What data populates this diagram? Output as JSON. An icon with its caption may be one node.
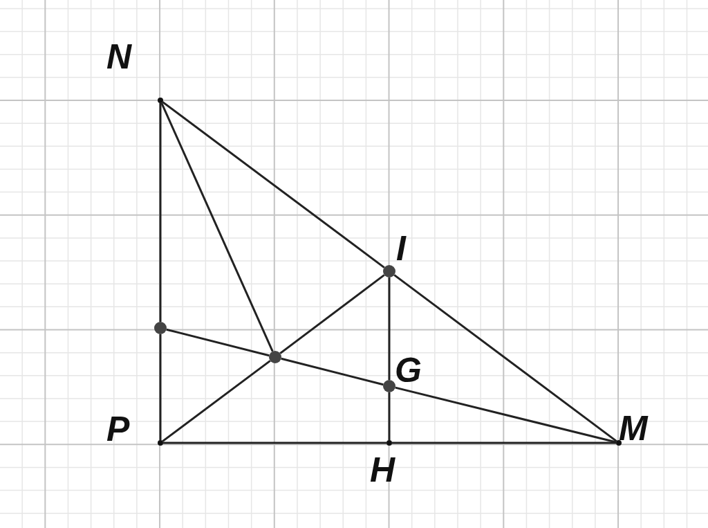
{
  "diagram": {
    "nodes": [
      {
        "text": [
          "N"
        ]
      },
      {
        "text": [
          "P"
        ]
      },
      {
        "text": [
          "M"
        ]
      },
      {
        "text": [
          "I"
        ]
      },
      {
        "text": [
          "G"
        ]
      },
      {
        "text": [
          "H"
        ]
      },
      {
        "text": [],
        "shape": "circle"
      },
      {
        "text": [],
        "shape": "circle"
      }
    ],
    "edges": [
      {
        "from": 0,
        "to": 6,
        "arrow": "none"
      },
      {
        "from": 6,
        "to": 1,
        "arrow": "none"
      },
      {
        "from": 1,
        "to": 5,
        "arrow": "none"
      },
      {
        "from": 5,
        "to": 2,
        "arrow": "none"
      },
      {
        "from": 0,
        "to": 3,
        "arrow": "none"
      },
      {
        "from": 3,
        "to": 2,
        "arrow": "none"
      },
      {
        "from": 0,
        "to": 7,
        "arrow": "none"
      },
      {
        "from": 1,
        "to": 7,
        "arrow": "none"
      },
      {
        "from": 7,
        "to": 3,
        "arrow": "none"
      },
      {
        "from": 6,
        "to": 7,
        "arrow": "none"
      },
      {
        "from": 7,
        "to": 4,
        "arrow": "none"
      },
      {
        "from": 4,
        "to": 2,
        "arrow": "none"
      },
      {
        "from": 3,
        "to": 4,
        "arrow": "none"
      },
      {
        "from": 4,
        "to": 5,
        "arrow": "none"
      }
    ]
  }
}
